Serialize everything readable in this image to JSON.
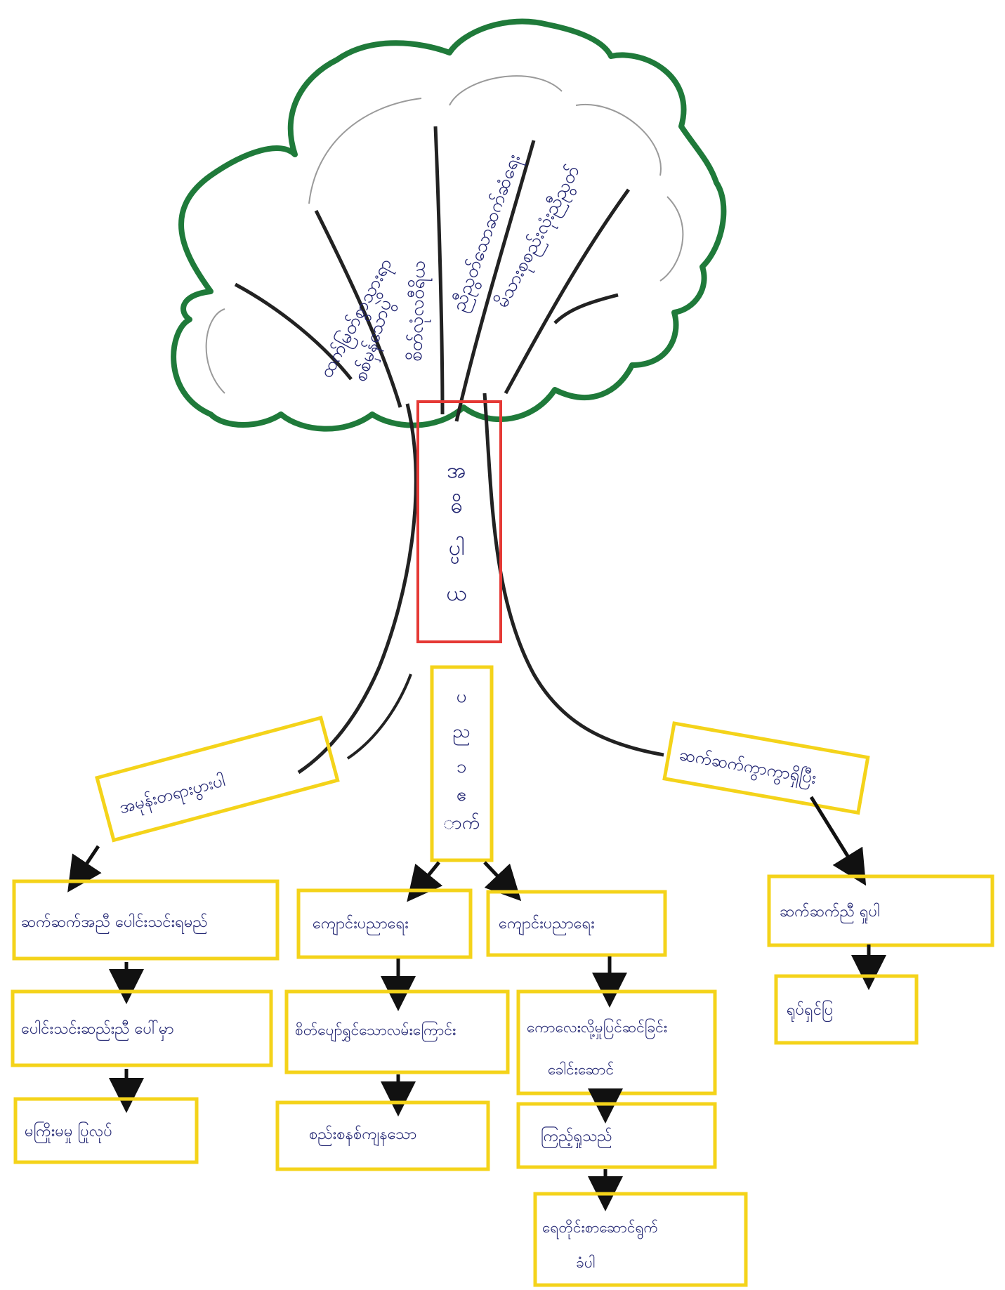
{
  "colors": {
    "paper": "#ffffff",
    "canopy_outline": "#1f7a3a",
    "trunk": "#222222",
    "trunk_box": "#e53935",
    "root_box": "#f4d31a",
    "ink": "#1e2270",
    "arrow": "#111111"
  },
  "canopy": {
    "branch_labels": [
      "ထက်မြတ်စွာသွားရာ",
      "စစ်မှန်သောပွဲ",
      "စိတ်လုံလဝီရိယ",
      "ညီညွတ်သောဆက်ဆံရေး",
      "မိသားစုစည်းလုံးညီညွတ်"
    ]
  },
  "trunk": {
    "label": [
      "အ",
      "ဓိ",
      "ပ္ပါ",
      "ယ"
    ]
  },
  "roots": {
    "left": "အမုန်းတရားပွားပါ",
    "center": [
      "ပ",
      "ည",
      "၁",
      "ဧ",
      "ာက်"
    ],
    "right": "ဆက်ဆက်ကွာကွာရှိပြီး"
  },
  "columns": {
    "col1": [
      "ဆက်ဆက်အညီ ပေါင်းသင်းရမည်",
      "ပေါင်းသင်းဆည်းညီ ပေါ်မှာ",
      "မကြိုးမမှု ပြုလုပ်"
    ],
    "col2": [
      "ကျောင်းပညာရေး",
      "စိတ်ပျော်ရွှင်သောလမ်းကြောင်း",
      "စည်းစနစ်ကျနသော"
    ],
    "col3": [
      "ကျောင်းပညာရေး",
      "ကောလေးလို့မှုပြင်ဆင်ခြင်း",
      "ခေါင်းဆောင်",
      "ကြည့်ရှုသည်",
      "ရေတိုင်းစာဆောင်ရွက်"
    ],
    "col3_sub": "ခံပါ",
    "col4": [
      "ဆက်ဆက်ညီ ရှုပါ",
      "ရုပ်ရှင်ပြ"
    ]
  }
}
